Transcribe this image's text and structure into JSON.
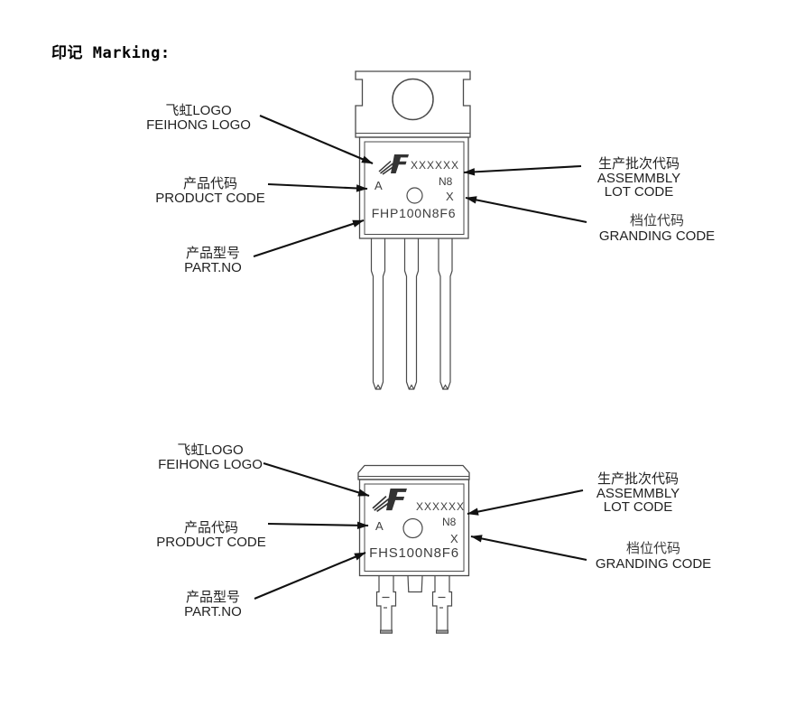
{
  "title": "印记 Marking:",
  "colors": {
    "outline_line": "#4a4a4a",
    "arrow": "#111111",
    "marking_text": "#3d3d3d",
    "label_text": "#222222"
  },
  "top_unit": {
    "part_marking": {
      "lot_code": "XXXXXX",
      "product_code": "A",
      "assembly_code": "N8",
      "grade_code": "X",
      "part_no": "FHP100N8F6"
    },
    "callouts": {
      "logo": {
        "cn": "飞虹LOGO",
        "en": "FEIHONG LOGO"
      },
      "product_code": {
        "cn": "产品代码",
        "en": "PRODUCT CODE"
      },
      "part_no": {
        "cn": "产品型号",
        "en": "PART.NO"
      },
      "lot_code": {
        "cn": "生产批次代码",
        "en_line1": "ASSEMMBLY",
        "en_line2": "LOT CODE"
      },
      "grade": {
        "cn": "档位代码",
        "en": "GRANDING CODE"
      }
    }
  },
  "bottom_unit": {
    "part_marking": {
      "lot_code": "XXXXXX",
      "product_code": "A",
      "assembly_code": "N8",
      "grade_code": "X",
      "part_no": "FHS100N8F6"
    },
    "callouts": {
      "logo": {
        "cn": "飞虹LOGO",
        "en": "FEIHONG LOGO"
      },
      "product_code": {
        "cn": "产品代码",
        "en": "PRODUCT CODE"
      },
      "part_no": {
        "cn": "产品型号",
        "en": "PART.NO"
      },
      "lot_code": {
        "cn": "生产批次代码",
        "en_line1": "ASSEMMBLY",
        "en_line2": "LOT CODE"
      },
      "grade": {
        "cn": "档位代码",
        "en": "GRANDING CODE"
      }
    }
  }
}
